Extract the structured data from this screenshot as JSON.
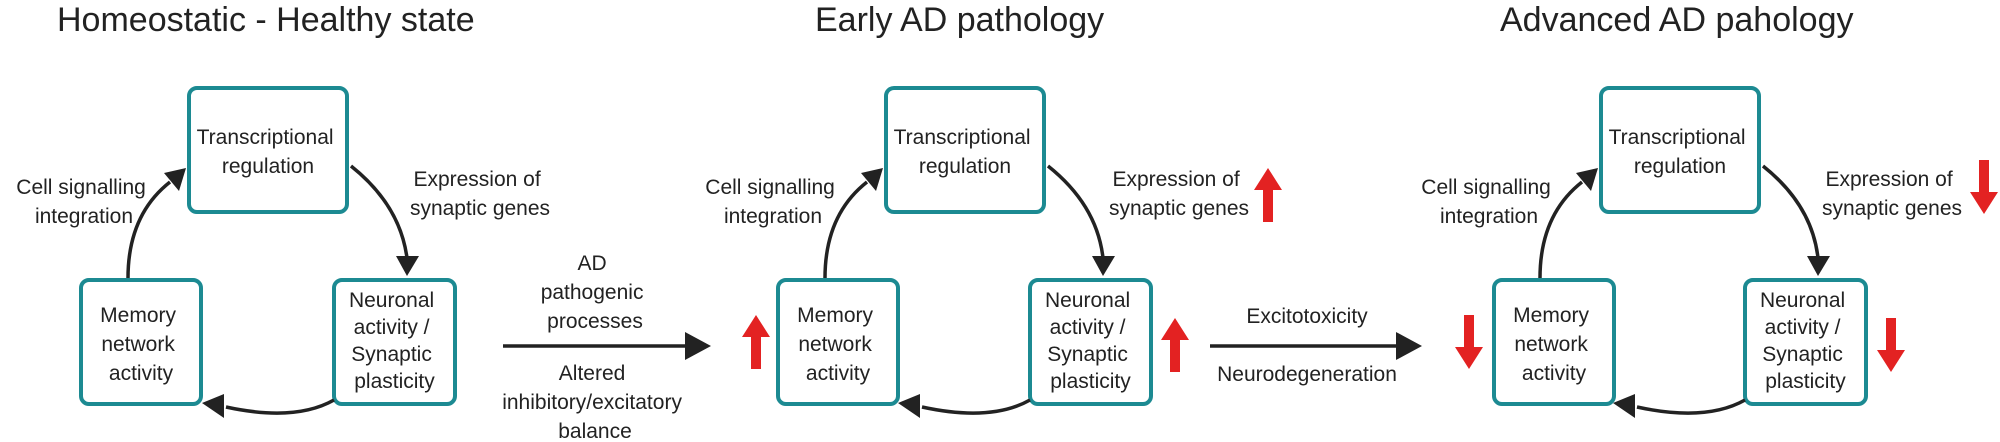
{
  "colors": {
    "box_stroke": "#1c8a92",
    "arrow": "#222222",
    "indicator": "#e32222"
  },
  "panels": [
    {
      "title": "Homeostatic - Healthy state",
      "transcription": [
        "Transcriptional",
        "regulation"
      ],
      "neuronal": [
        "Neuronal",
        "activity /",
        "Synaptic",
        "plasticity"
      ],
      "memory": [
        "Memory",
        "network",
        "activity"
      ],
      "expression": [
        "Expression of",
        "synaptic genes"
      ],
      "signalling": [
        "Cell signalling",
        "integration"
      ]
    },
    {
      "title": "Early AD pathology",
      "transcription": [
        "Transcriptional",
        "regulation"
      ],
      "neuronal": [
        "Neuronal",
        "activity /",
        "Synaptic",
        "plasticity"
      ],
      "memory": [
        "Memory",
        "network",
        "activity"
      ],
      "expression": [
        "Expression of",
        "synaptic genes"
      ],
      "signalling": [
        "Cell signalling",
        "integration"
      ]
    },
    {
      "title": "Advanced AD pahology",
      "transcription": [
        "Transcriptional",
        "regulation"
      ],
      "neuronal": [
        "Neuronal",
        "activity /",
        "Synaptic",
        "plasticity"
      ],
      "memory": [
        "Memory",
        "network",
        "activity"
      ],
      "expression": [
        "Expression of",
        "synaptic genes"
      ],
      "signalling": [
        "Cell signalling",
        "integration"
      ]
    }
  ],
  "transition1": {
    "above": [
      "AD",
      "pathogenic",
      "processes"
    ],
    "below": [
      "Altered",
      "inhibitory/excitatory",
      "balance"
    ]
  },
  "transition2": {
    "above": [
      "Excitotoxicity"
    ],
    "below": [
      "Neurodegeneration"
    ]
  },
  "indicators": {
    "early_expression": "up-arrow",
    "early_memory": "up-arrow",
    "early_neuronal": "up-arrow",
    "advanced_expression": "down-arrow",
    "advanced_memory": "down-arrow",
    "advanced_neuronal": "down-arrow"
  }
}
